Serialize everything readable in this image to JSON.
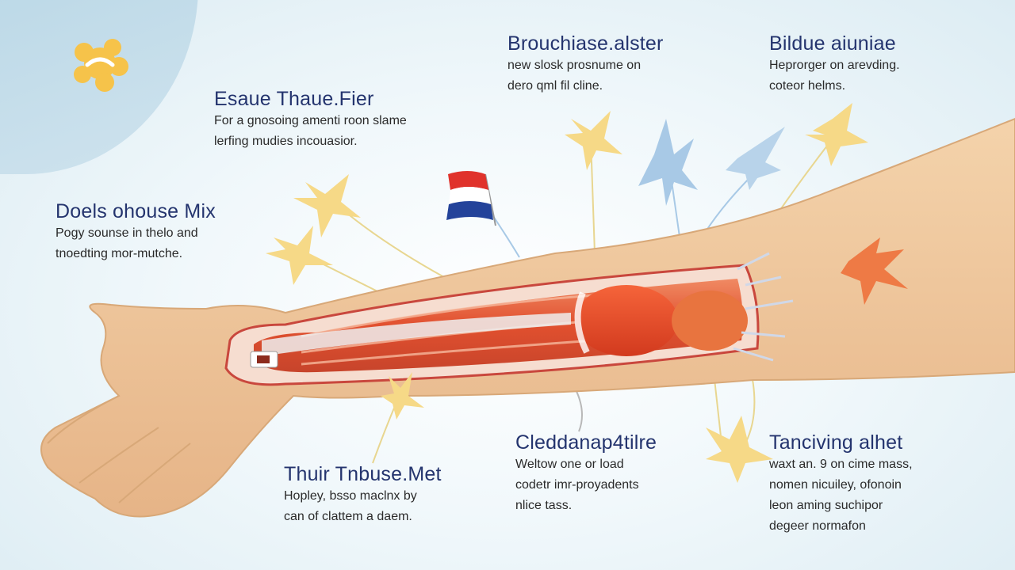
{
  "colors": {
    "title": "#24346e",
    "body": "#2a2a2a",
    "skin": "#f2cfa5",
    "muscle": "#e4583a",
    "star_yellow": "#f6d987",
    "star_blue": "#a8c9e6",
    "star_orange": "#ee7a45"
  },
  "icons": [
    "sun-logo-icon",
    "flag-icon",
    "star-burst-icon"
  ],
  "callouts": [
    {
      "title": "Esaue Thaue.Fier",
      "lines": [
        "For a gnosoing amenti roon slame",
        "lerfing mudies incouasior."
      ]
    },
    {
      "title": "Brouchiase.alster",
      "lines": [
        "new slosk prosnume on",
        "dero qml fil cline."
      ]
    },
    {
      "title": "Bildue aiuniae",
      "lines": [
        "Heprorger on arevding.",
        "coteor helms."
      ]
    },
    {
      "title": "Doels ohouse Mix",
      "lines": [
        "Pogy sounse in thelo and",
        "tnoedting mor-mutche."
      ]
    },
    {
      "title": "Thuir Tnbuse.Met",
      "lines": [
        "Hopley, bsso maclnx by",
        "can of clattem a daem."
      ]
    },
    {
      "title": "Cleddanap4tilre",
      "lines": [
        "Weltow one or load",
        "codetr imr-proyadents",
        "nlice tass."
      ]
    },
    {
      "title": "Tanciving alhet",
      "lines": [
        "waxt an. 9 on cime mass,",
        "nomen nicuiley, ofonoin",
        "leon aming suchipor",
        "degeer normafon"
      ]
    }
  ]
}
